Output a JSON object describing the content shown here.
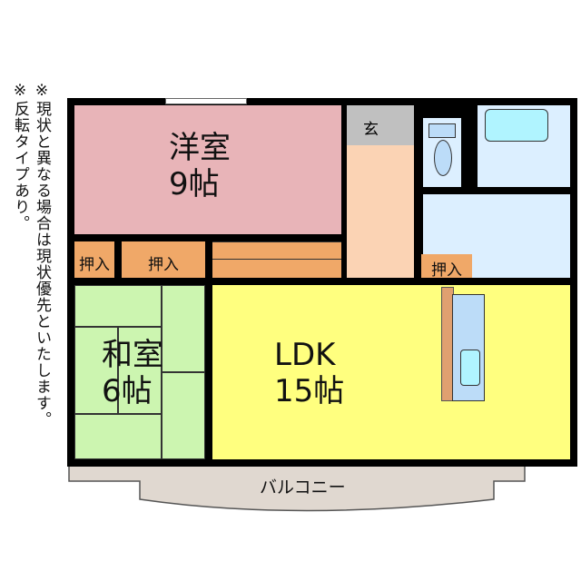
{
  "notes": {
    "line1": "※現状と異なる場合は現状優先といたします。",
    "line2": "※反転タイプあり。"
  },
  "rooms": {
    "western": {
      "name": "洋室",
      "size": "9帖",
      "color": "#e8b4b8"
    },
    "japanese": {
      "name": "和室",
      "size": "6帖",
      "color": "#ccf5b0"
    },
    "ldk": {
      "name": "LDK",
      "size": "15帖",
      "color": "#ffff7f"
    },
    "entrance": {
      "name": "玄",
      "color": "#c0c0c0"
    },
    "hall": {
      "color": "#fbd3b4"
    },
    "wet": {
      "color": "#dcefff"
    },
    "balcony": {
      "name": "バルコニー",
      "color": "#e0d8d0"
    }
  },
  "closets": {
    "label": "押入",
    "color": "#f0a868",
    "items": [
      "押入",
      "押入",
      "押入"
    ]
  }
}
